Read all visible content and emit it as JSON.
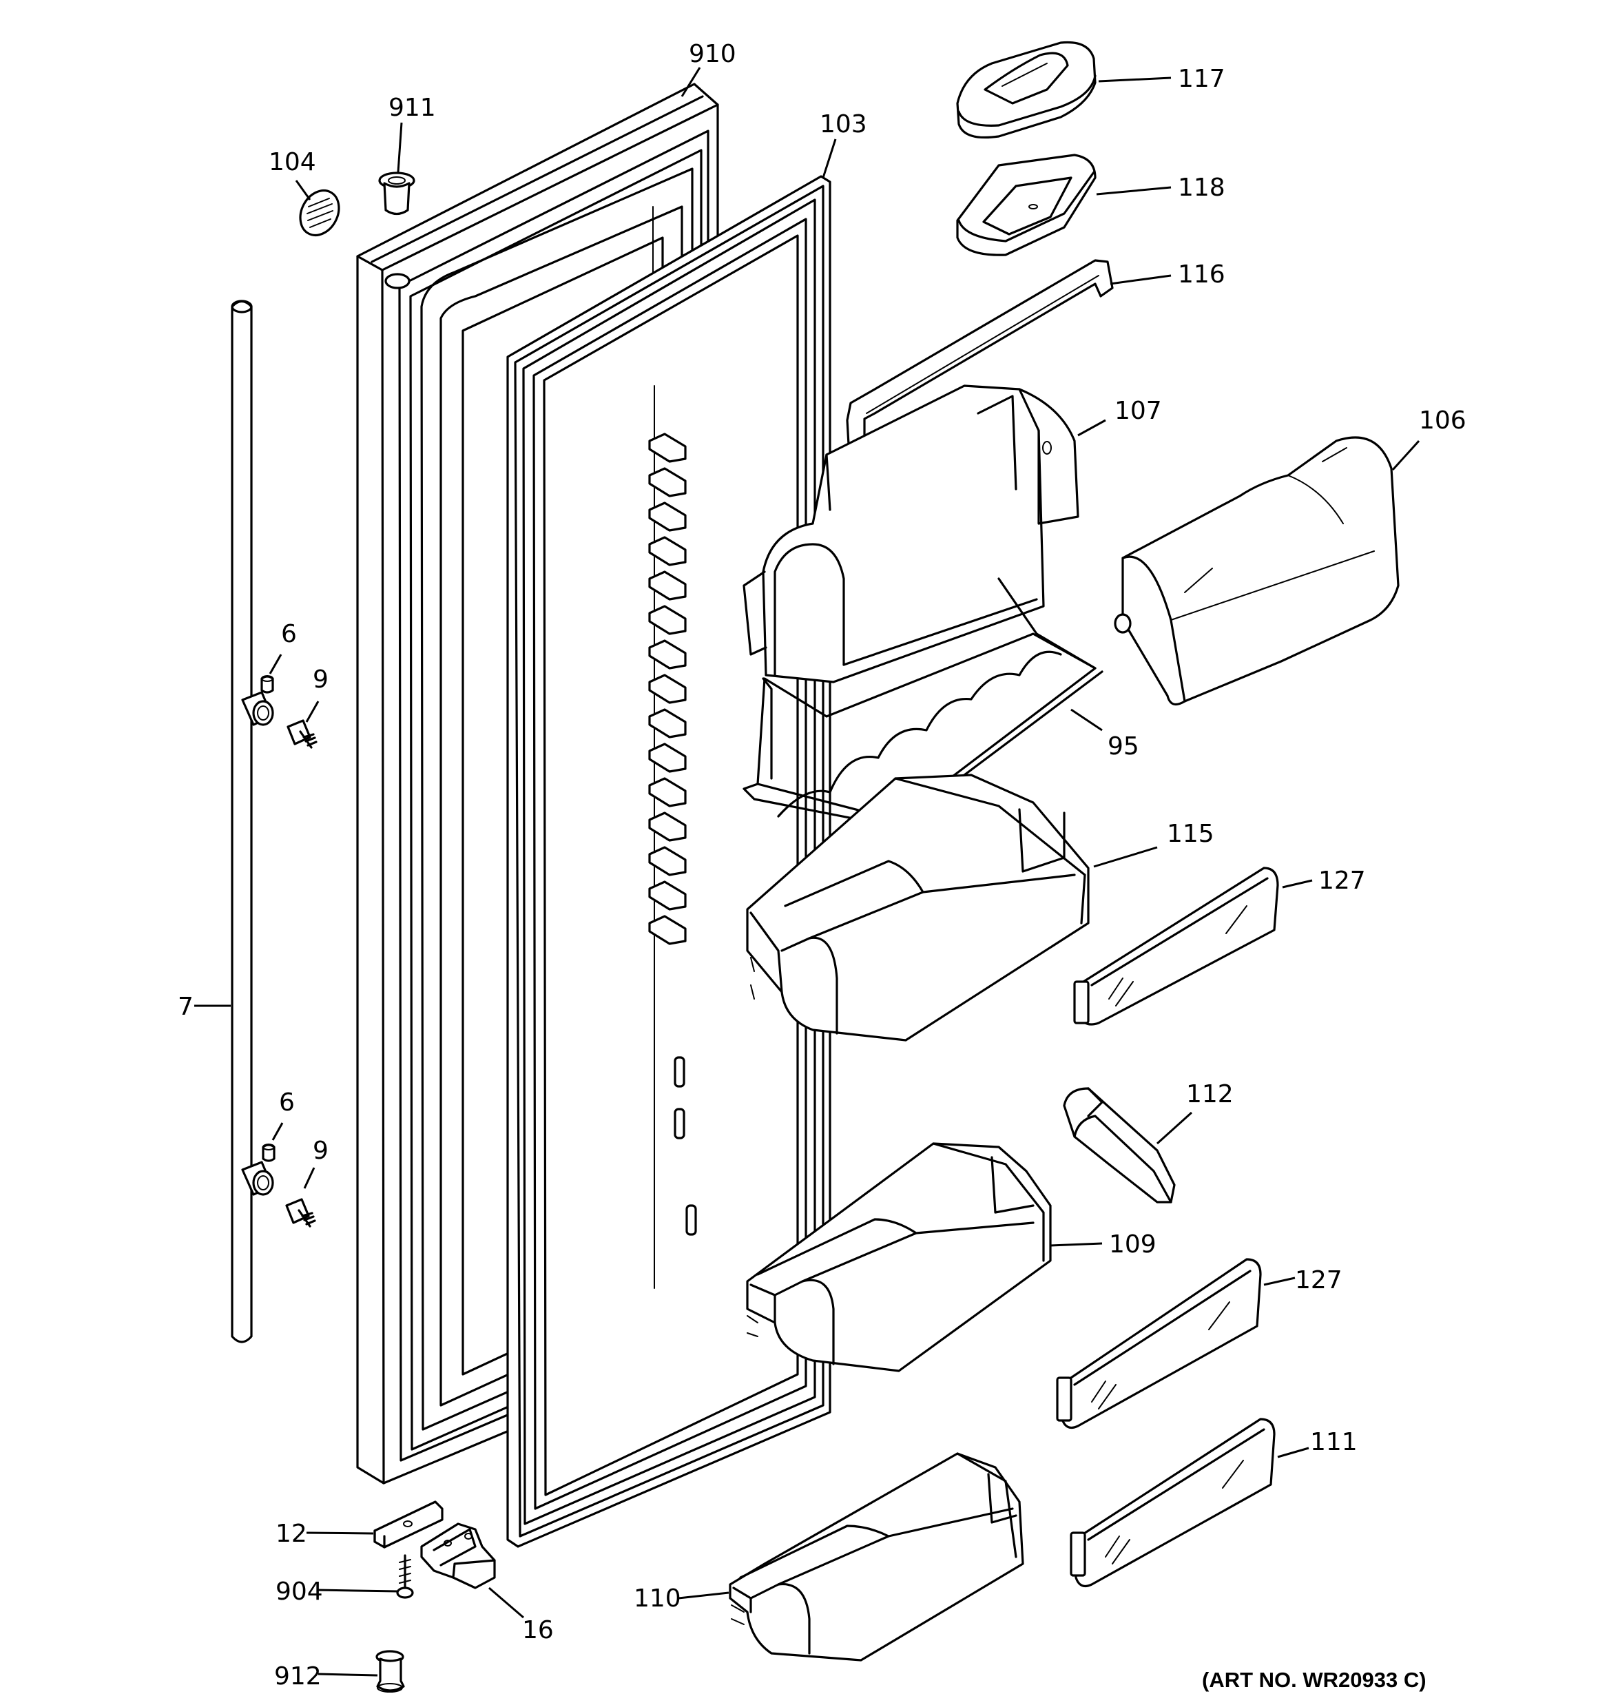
{
  "labels": {
    "p910": "910",
    "p911": "911",
    "p104": "104",
    "p103": "103",
    "p117": "117",
    "p118": "118",
    "p116": "116",
    "p107": "107",
    "p106": "106",
    "p6a": "6",
    "p9a": "9",
    "p95": "95",
    "p115": "115",
    "p127a": "127",
    "p7": "7",
    "p112": "112",
    "p6b": "6",
    "p9b": "9",
    "p109": "109",
    "p127b": "127",
    "p111": "111",
    "p12": "12",
    "p904": "904",
    "p16": "16",
    "p110": "110",
    "p912": "912"
  },
  "art_number": "(ART NO. WR20933 C)"
}
